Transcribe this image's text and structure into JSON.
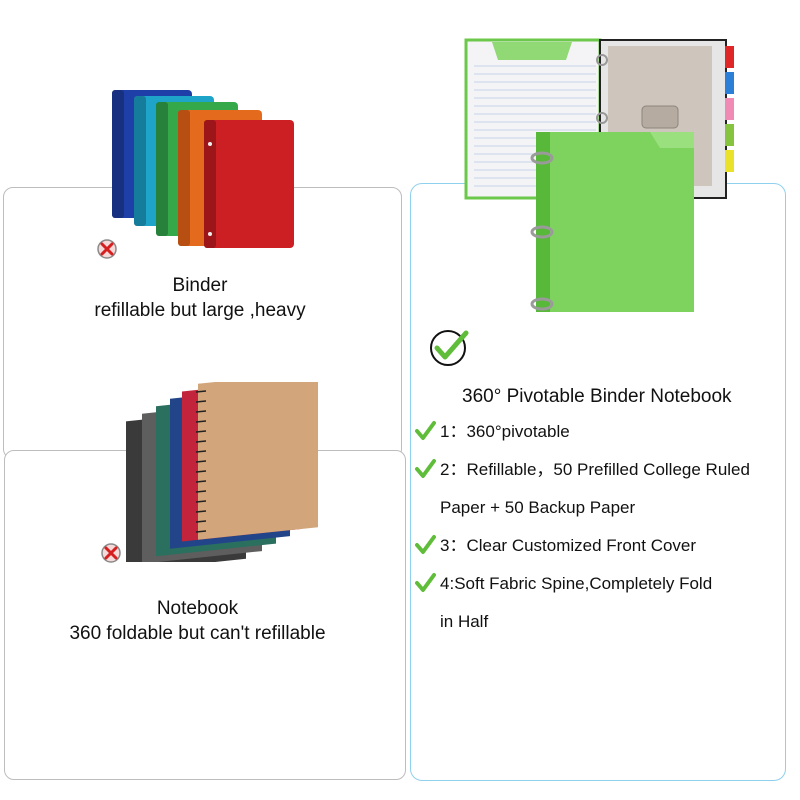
{
  "binder": {
    "title": "Binder",
    "subtitle": "refillable but large ,heavy",
    "cover_colors": [
      "#1f3fa8",
      "#1ea3c9",
      "#35a84a",
      "#e46a1d",
      "#cc1f24"
    ]
  },
  "notebook": {
    "title": "Notebook",
    "subtitle": "360 foldable but can't refillable",
    "cover_colors": [
      "#3a3a3a",
      "#5e5e5e",
      "#2b6f5e",
      "#22458a",
      "#c2243b",
      "#d2a57a"
    ]
  },
  "product": {
    "title": "360° Pivotable Binder Notebook",
    "features": [
      {
        "number": "1",
        "text": "360°pivotable"
      },
      {
        "number": "2",
        "text": "Refillable，50 Prefilled College Ruled",
        "text2": "Paper + 50 Backup Paper"
      },
      {
        "number": "3",
        "text": "Clear Customized Front Cover"
      },
      {
        "number": "4",
        "text": "Soft Fabric Spine,Completely Fold",
        "text2": "in Half"
      }
    ],
    "separators": {
      "full": "：",
      "colon": ":"
    },
    "accent_color": "#5fbd3a",
    "divider_tab_colors": [
      "#e02727",
      "#2c7fd6",
      "#f08bb6",
      "#86c440",
      "#e9e12a"
    ]
  },
  "icons": {
    "bad": "cross-icon",
    "good": "check-icon"
  }
}
